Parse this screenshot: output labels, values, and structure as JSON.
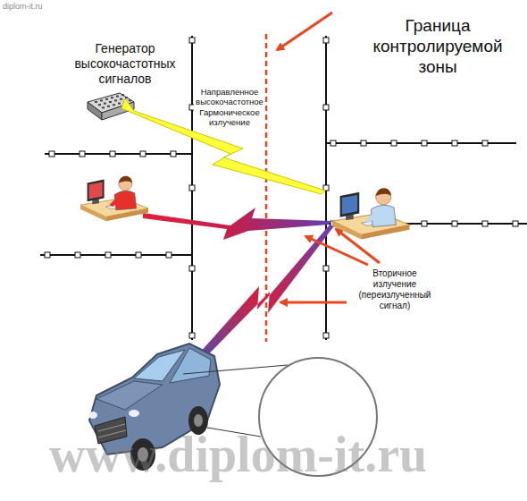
{
  "diagram": {
    "nodes": [
      {
        "text": [
          "Генератор высокочастотных сигналов"
        ]
      }
    ],
    "labels": [
      "diplom-it.ru",
      "Граница контролируемой зоны",
      "Направленное высокочастотное Гармоническое излучение",
      "Вторичное излучение (переизлученный сигнал)",
      "www.diplom-it.ru"
    ]
  }
}
